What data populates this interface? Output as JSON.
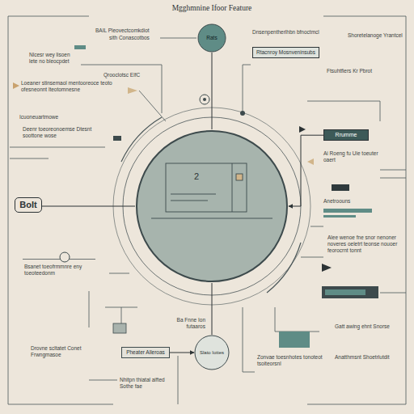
{
  "diagram": {
    "title": "Mgghmnine Ifoor Feature",
    "nodes": [
      {
        "text": [
          "2"
        ]
      },
      {
        "text": [
          "Rats"
        ]
      },
      {
        "text": [
          "Slato Iottes"
        ]
      },
      {
        "text": [
          "Rrumme"
        ]
      },
      {
        "text": [
          "Pheater Alleroas"
        ]
      },
      {
        "text": [
          "BoIt"
        ]
      },
      {
        "text": [
          "Rtacnroy Mosnveninsubs"
        ]
      }
    ],
    "edges": [
      {
        "from": 1,
        "to": 0,
        "arrow": "none"
      },
      {
        "from": 0,
        "to": 2,
        "arrow": "none"
      },
      {
        "from": 5,
        "to": 0,
        "arrow": "none"
      },
      {
        "from": 3,
        "to": 0,
        "arrow": "to"
      },
      {
        "from": 4,
        "to": 2,
        "arrow": "to"
      }
    ],
    "labels": [
      "BAIL Pleovectcomkdiot",
      "sith Conascotbos",
      "Nlcesr wey lisoen lete no bleocpdet",
      "Qrooclotsc ElfC",
      "Loeaner stinsemaol mentooreoce teoto ofesneonnt lteotomnesne",
      "Icuoneuartmowe",
      "Deenr toeoreonoemse Dtesnt soottone wose",
      "Dnsenpentherlhbn bfnoctmcl",
      "Shoretelanoge Yrantcel",
      "Ftsuhtfiers Kr Pbrot",
      "Ai Roeng fu Uie toeuter oaert",
      "Anetroouns",
      "Alee wenoe fne snor nenoner noveres oeletrt teonse nouoer feorocrnt tonnt",
      "Ba Fnne Ion futaaros",
      "Drovne scltatet Conet Frwngmasoe",
      "Nhitpn thiatal aifted Sothe fae",
      "Zonvae toesnhotes tonoteot tsoiteorsnl",
      "Gatt awing ehnt Snorse",
      "Anatthmsnt Shoetrlutdit",
      "Bsanet toeofrmmnre eny toeoteedonm"
    ]
  }
}
